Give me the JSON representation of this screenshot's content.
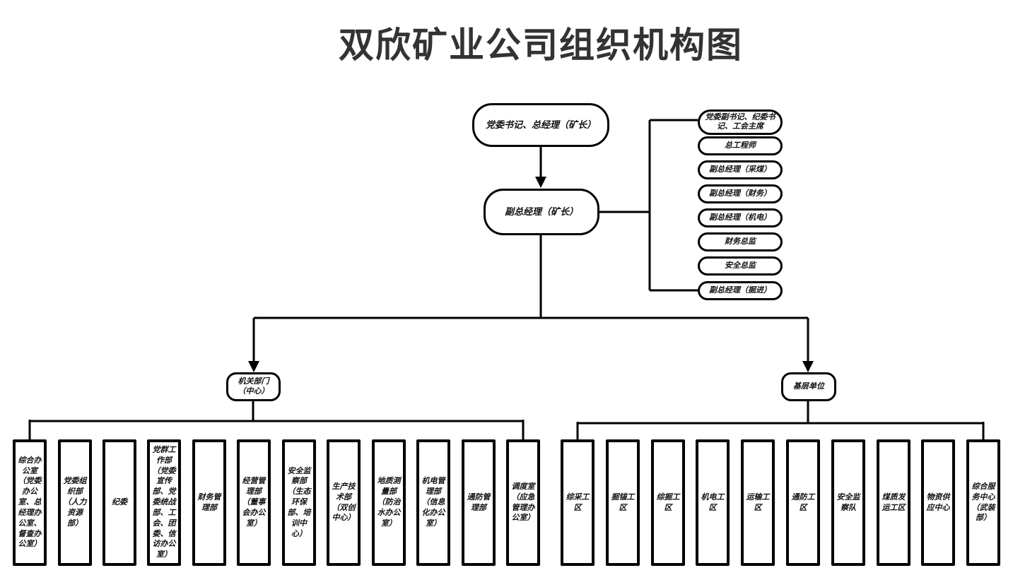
{
  "title": "双欣矿业公司组织机构图",
  "nodes": {
    "top": "党委书记、总经理（矿长）",
    "deputy": "副总经理（矿长）",
    "staff": [
      "党委副书记、纪委书记、工会主席",
      "总工程师",
      "副总经理（采煤）",
      "副总经理（财务）",
      "副总经理（机电）",
      "财务总监",
      "安全总监",
      "副总经理（掘进）"
    ],
    "hub_left": "机关部门（中心）",
    "hub_right": "基层单位",
    "departments": [
      "综合办公室（党委办公室、总经理办公室、督查办公室）",
      "党委组织部（人力资源部）",
      "纪委",
      "党群工作部（党委宣传部、党委统战部、工会、团委、信访办公室）",
      "财务管理部",
      "经营管理部（董事会办公室）",
      "安全监察部（生态环保部、培训中心）",
      "生产技术部（双创中心）",
      "地质测量部（防治水办公室）",
      "机电管理部（信息化办公室）",
      "通防管理部",
      "调度室（应急管理办公室）"
    ],
    "units": [
      "综采工区",
      "掘锚工区",
      "综掘工区",
      "机电工区",
      "运输工区",
      "通防工区",
      "安全监察队",
      "煤质发运工区",
      "物资供应中心",
      "综合服务中心（武装部）"
    ]
  },
  "colors": {
    "line": "#000000",
    "box_fill": "#ffffff",
    "text": "#111111",
    "title": "#333333"
  }
}
